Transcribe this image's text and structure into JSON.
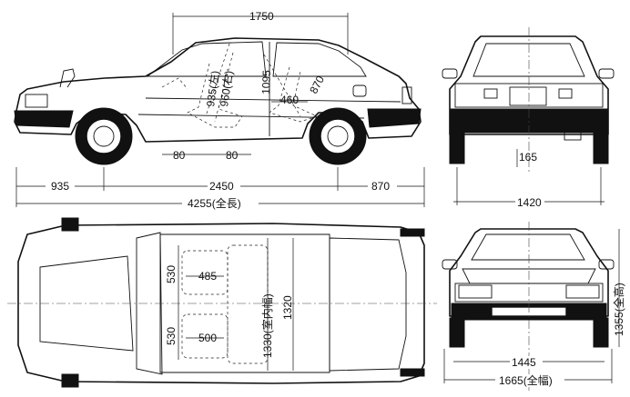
{
  "dimensions": {
    "overall_height": "1750",
    "seat_height_left": "935(左)",
    "seat_height_right": "960(右)",
    "interior_height": "1095",
    "rear_seat_height": "870",
    "rear_seat_depth": "460",
    "front_seat_offset": "80",
    "rear_seat_offset": "80",
    "front_overhang": "935",
    "wheelbase": "2450",
    "rear_overhang": "870",
    "overall_length": "4255(全長)",
    "ground_clearance": "165",
    "rear_track": "1420",
    "front_seat_width": "530",
    "rear_seat_width": "530",
    "front_cushion": "485",
    "rear_cushion": "500",
    "interior_width_upper": "1330(室内幅)",
    "interior_width": "1320",
    "overall_height_front": "1355(全高)",
    "front_track": "1445",
    "overall_width": "1665(全幅)"
  },
  "colors": {
    "line": "#111111",
    "background": "#ffffff"
  }
}
